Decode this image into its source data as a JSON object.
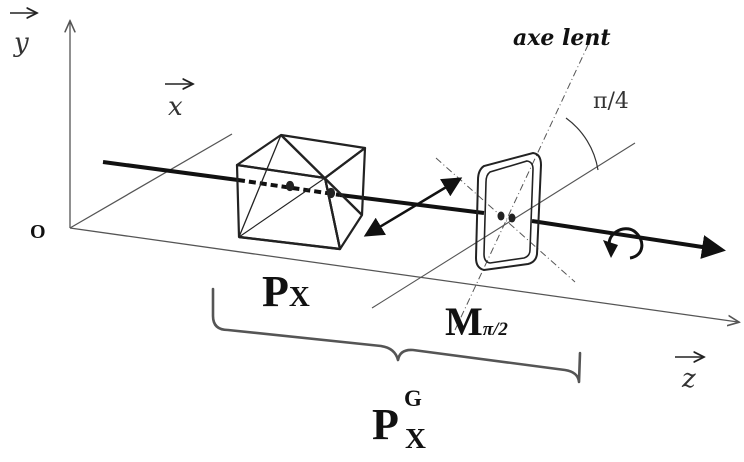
{
  "axes": {
    "y_label": "y",
    "x_label": "x",
    "z_label": "z",
    "origin_label": "O"
  },
  "labels": {
    "axe_lent": "axe lent",
    "angle": "π/4",
    "polarizer_main": "P",
    "polarizer_sub": "X",
    "plate_main": "M",
    "plate_sub": "π/2",
    "group_main": "P",
    "group_sup": "G",
    "group_sub": "X"
  },
  "colors": {
    "ink": "#111111",
    "thin_line": "#555555"
  },
  "icons": {
    "rotation": "circular-arrow-icon",
    "double_arrow": "double-headed-arrow-icon"
  }
}
